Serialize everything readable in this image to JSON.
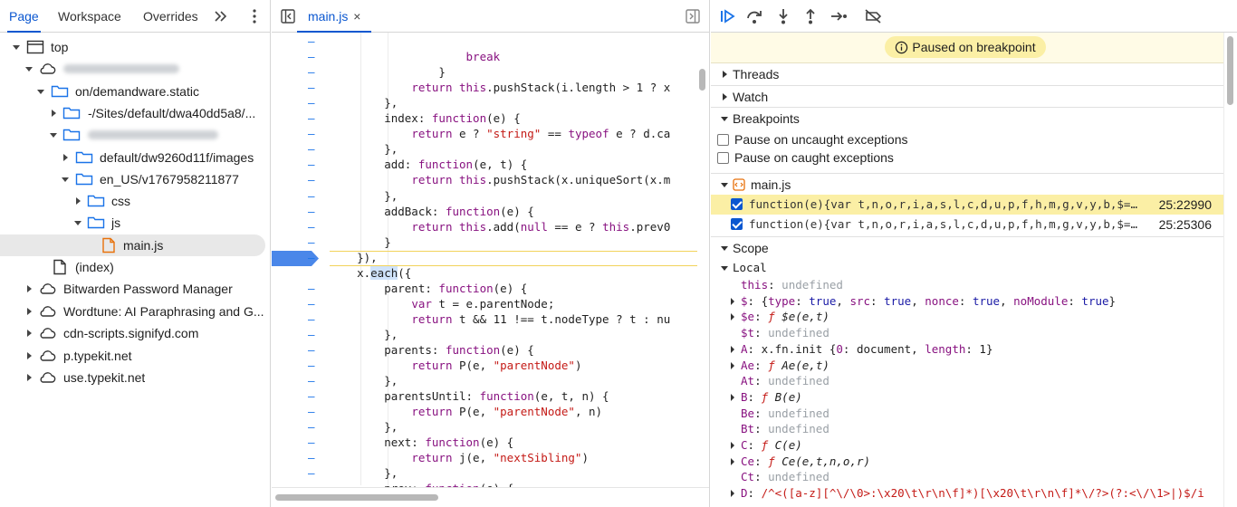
{
  "left_tabs": {
    "page": "Page",
    "workspace": "Workspace",
    "overrides": "Overrides"
  },
  "tree": [
    {
      "label": "top"
    },
    {
      "label": ""
    },
    {
      "label": "on/demandware.static"
    },
    {
      "label": "-/Sites/default/dwa40dd5a8/..."
    },
    {
      "label": ""
    },
    {
      "label": "default/dw9260d11f/images"
    },
    {
      "label": "en_US/v1767958211877"
    },
    {
      "label": "css"
    },
    {
      "label": "js"
    },
    {
      "label": "main.js"
    },
    {
      "label": "(index)"
    },
    {
      "label": "Bitwarden Password Manager"
    },
    {
      "label": "Wordtune: AI Paraphrasing and G..."
    },
    {
      "label": "cdn-scripts.signifyd.com"
    },
    {
      "label": "p.typekit.net"
    },
    {
      "label": "use.typekit.net"
    }
  ],
  "editor": {
    "tab_label": "main.js",
    "close": "×",
    "lines": [
      "                    ",
      "                    break",
      "                }",
      "            return this.pushStack(i.length > 1 ? x",
      "        },",
      "        index: function(e) {",
      "            return e ? \"string\" == typeof e ? d.ca",
      "        },",
      "        add: function(e, t) {",
      "            return this.pushStack(x.uniqueSort(x.m",
      "        },",
      "        addBack: function(e) {",
      "            return this.add(null == e ? this.prev0",
      "        }",
      "    }),",
      "    x.each({",
      "        parent: function(e) {",
      "            var t = e.parentNode;",
      "            return t && 11 !== t.nodeType ? t : nu",
      "        },",
      "        parents: function(e) {",
      "            return P(e, \"parentNode\")",
      "        },",
      "        parentsUntil: function(e, t, n) {",
      "            return P(e, \"parentNode\", n)",
      "        },",
      "        next: function(e) {",
      "            return j(e, \"nextSibling\")",
      "        },",
      "        prev: function(e) {",
      ""
    ]
  },
  "debugger": {
    "paused": "Paused on breakpoint",
    "sections": {
      "threads": "Threads",
      "watch": "Watch",
      "breakpoints": "Breakpoints",
      "scope": "Scope"
    },
    "pause_uncaught": "Pause on uncaught exceptions",
    "pause_caught": "Pause on caught exceptions",
    "bp_file": "main.js",
    "bp_items": [
      {
        "code": "function(e){var t,n,o,r,i,a,s,l,c,d,u,p,f,h,m,g,v,y,b,$=\"s...",
        "loc": "25:22990"
      },
      {
        "code": "function(e){var t,n,o,r,i,a,s,l,c,d,u,p,f,h,m,g,v,y,b,$=\"s...",
        "loc": "25:25306"
      }
    ],
    "scope_local": "Local",
    "scope_rows": [
      {
        "name": "this",
        "value": "undefined"
      },
      {
        "name": "$",
        "value": "{type: true, src: true, nonce: true, noModule: true}"
      },
      {
        "name": "$e",
        "value": "ƒ $e(e,t)"
      },
      {
        "name": "$t",
        "value": "undefined"
      },
      {
        "name": "A",
        "value": "x.fn.init {0: document, length: 1}"
      },
      {
        "name": "Ae",
        "value": "ƒ Ae(e,t)"
      },
      {
        "name": "At",
        "value": "undefined"
      },
      {
        "name": "B",
        "value": "ƒ B(e)"
      },
      {
        "name": "Be",
        "value": "undefined"
      },
      {
        "name": "Bt",
        "value": "undefined"
      },
      {
        "name": "C",
        "value": "ƒ C(e)"
      },
      {
        "name": "Ce",
        "value": "ƒ Ce(e,t,n,o,r)"
      },
      {
        "name": "Ct",
        "value": "undefined"
      },
      {
        "name": "D",
        "value": "/^<([a-z][^\\/\\0>:\\x20\\t\\r\\n\\f]*)[\\x20\\t\\r\\n\\f]*\\/?>(?:<\\/\\1>|)$/i"
      }
    ]
  },
  "colors": {
    "accent": "#0b57d0",
    "paused_bg": "#fbefa5",
    "breakpoint": "#4a87e9"
  }
}
